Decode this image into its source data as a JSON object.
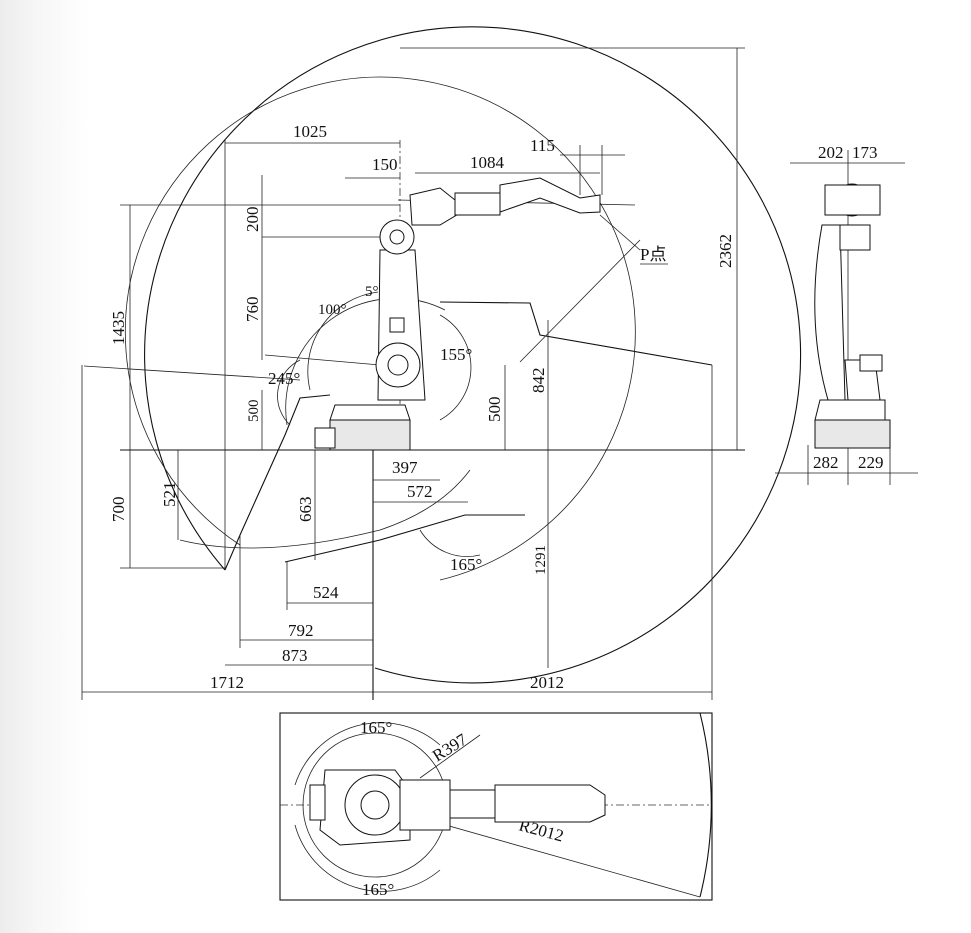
{
  "side_view": {
    "dims": {
      "d1025": "1025",
      "d150": "150",
      "d1084": "1084",
      "d115": "115",
      "d200": "200",
      "d760": "760",
      "d1435": "1435",
      "d2362": "2362",
      "d842": "842",
      "d500_right": "500",
      "d500_left": "500",
      "d700": "700",
      "d521": "521",
      "d663": "663",
      "d1291": "1291",
      "d397": "397",
      "d572": "572",
      "d524": "524",
      "d792": "792",
      "d873": "873",
      "d1712": "1712",
      "d2012": "2012"
    },
    "angles": {
      "a100": "100°",
      "a5": "5°",
      "a155": "155°",
      "a245": "245°",
      "a165": "165°"
    },
    "point_label": "P点"
  },
  "front_view": {
    "dims": {
      "d202": "202",
      "d173": "173",
      "d282": "282",
      "d229": "229"
    }
  },
  "top_view": {
    "angle_top": "165°",
    "angle_bottom": "165°",
    "r397": "R397",
    "r2012": "R2012"
  }
}
